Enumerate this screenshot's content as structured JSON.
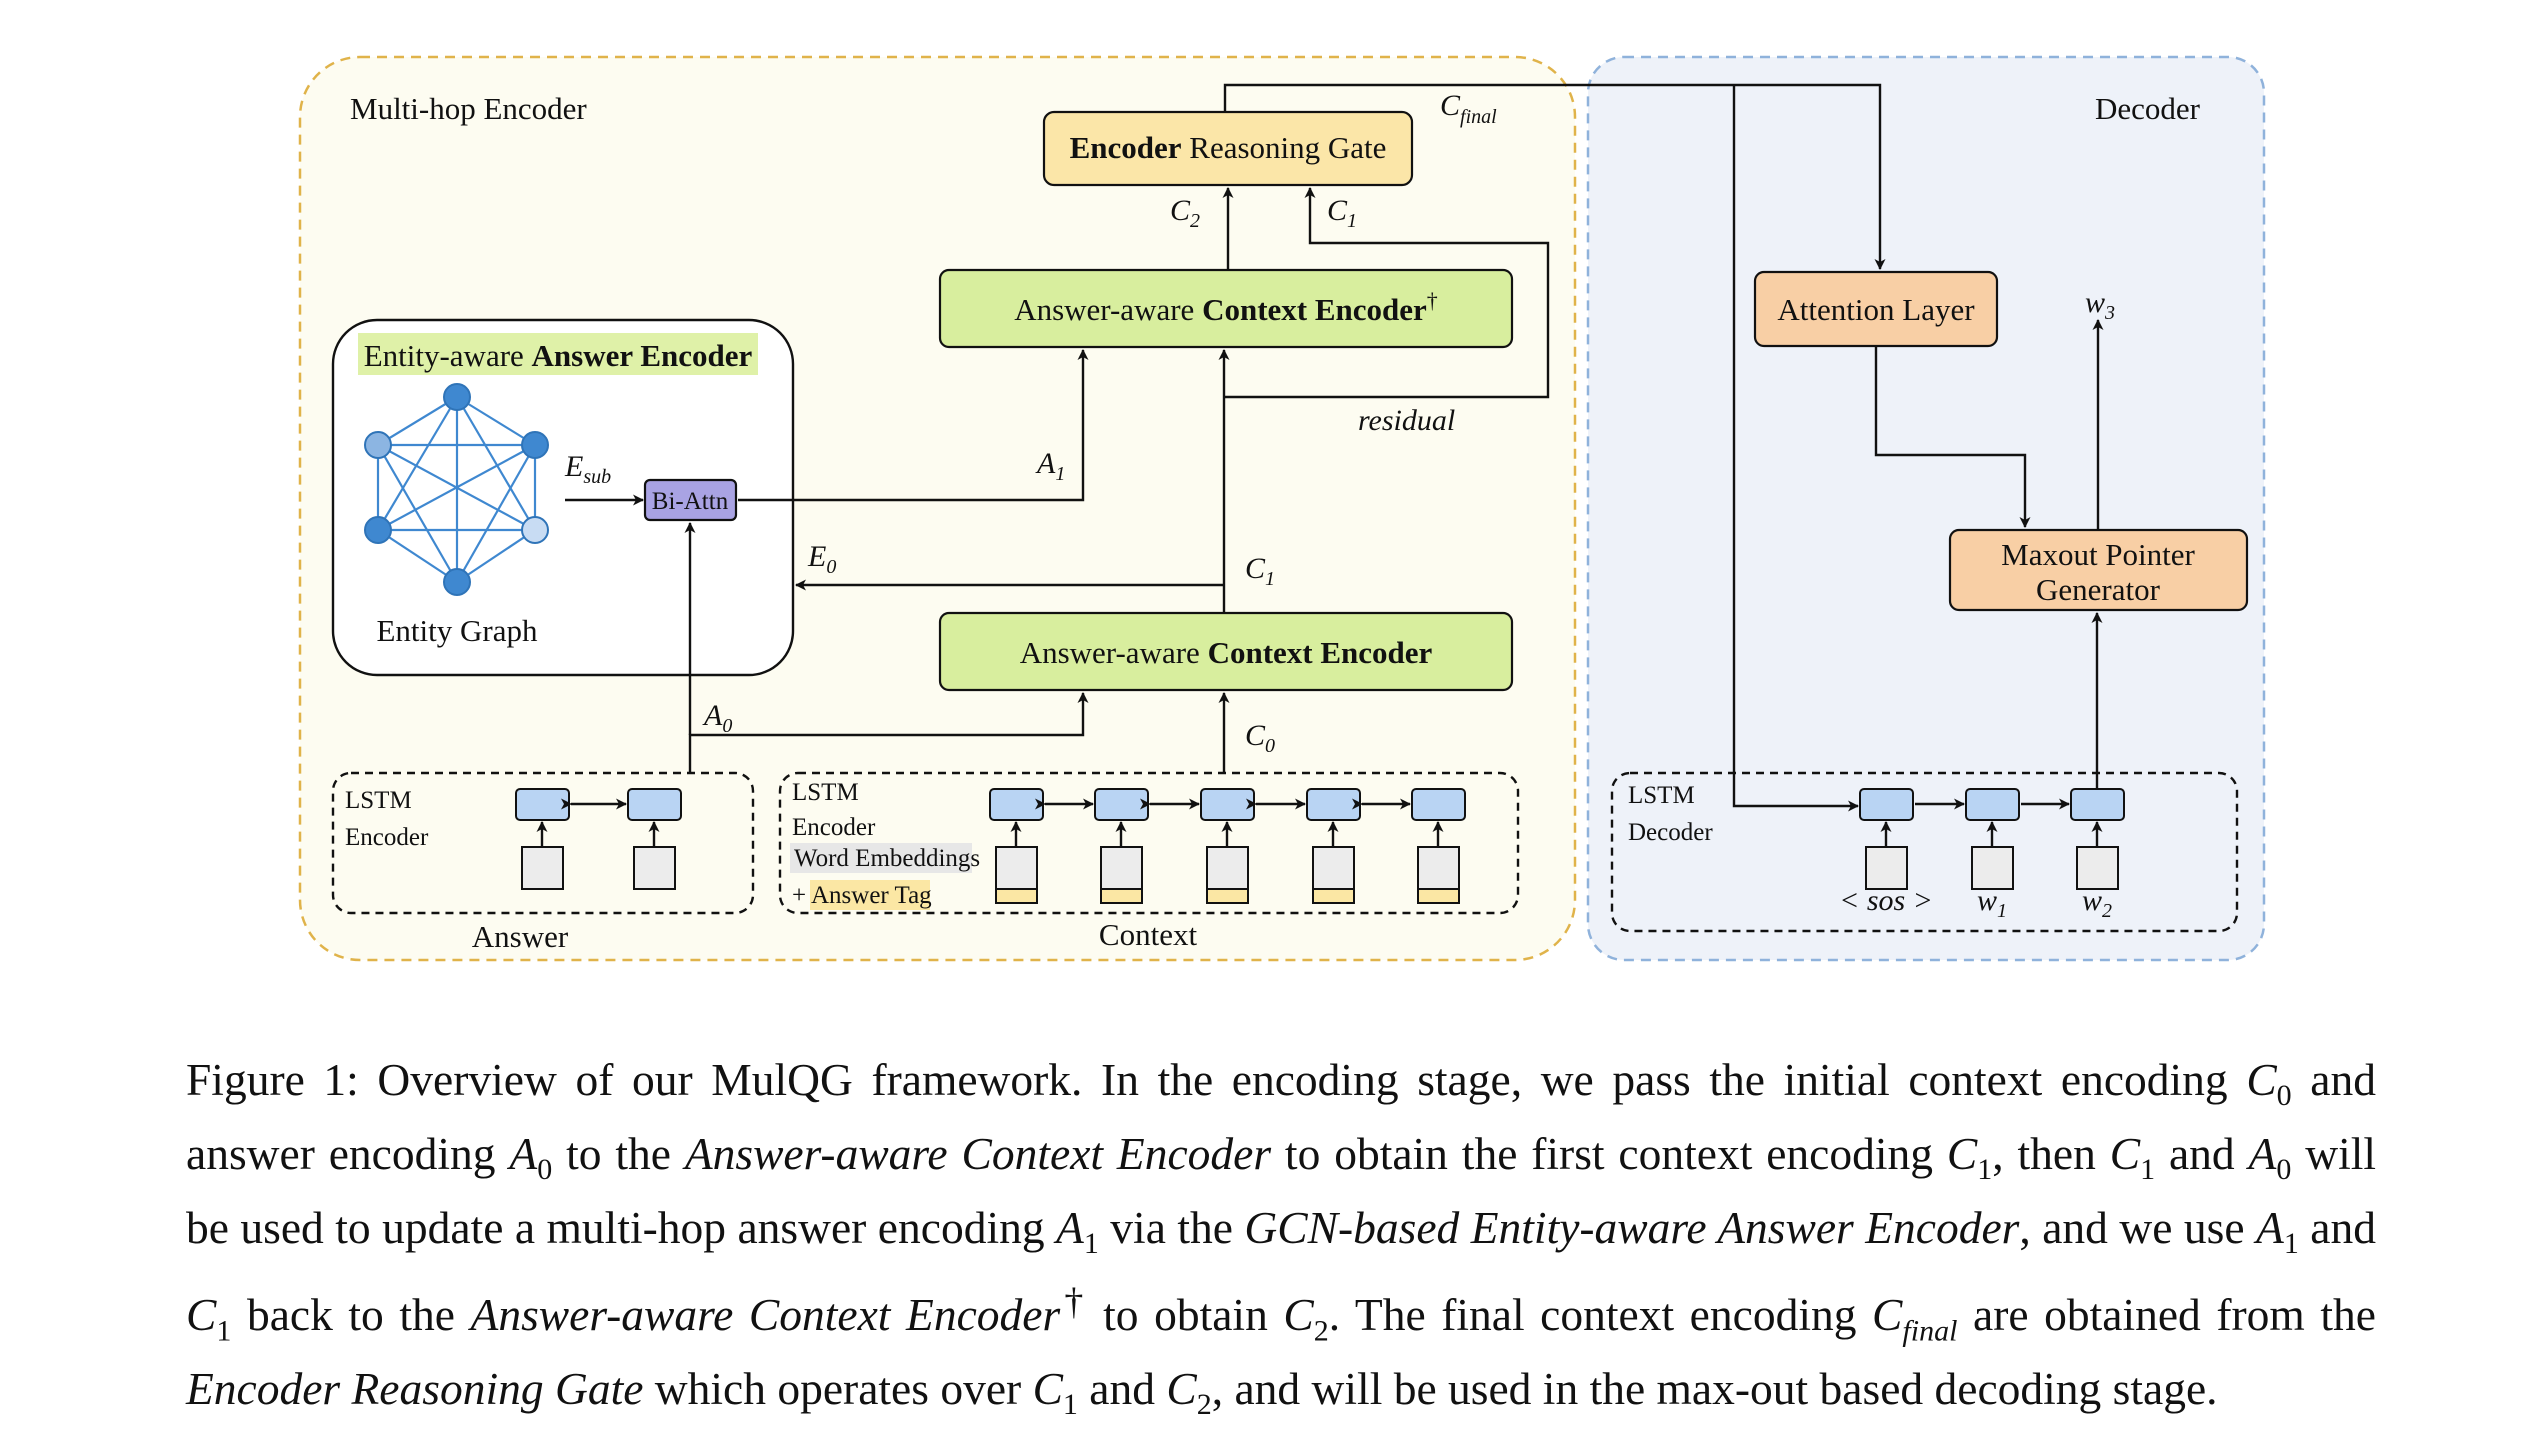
{
  "regions": {
    "encoder_title": "Multi-hop Encoder",
    "decoder_title": "Decoder"
  },
  "blocks": {
    "reasoning_gate": {
      "bold": "Encoder",
      "rest": " Reasoning Gate"
    },
    "context_encoder_top": {
      "plain": "Answer-aware ",
      "bold": "Context Encoder",
      "dagger": "†"
    },
    "context_encoder_bottom": {
      "plain": "Answer-aware ",
      "bold": "Context Encoder"
    },
    "entity_encoder": {
      "plain": "Entity-aware ",
      "bold": "Answer Encoder"
    },
    "entity_graph": "Entity Graph",
    "bi_attn": "Bi-Attn",
    "attention_layer": "Attention Layer",
    "maxout_line1": "Maxout Pointer",
    "maxout_line2": "Generator"
  },
  "lstm": {
    "answer_line1": "LSTM",
    "answer_line2": "Encoder",
    "answer_caption": "Answer",
    "context_line1": "LSTM",
    "context_line2": "Encoder",
    "word_embeddings": "Word Embeddings",
    "answer_tag_prefix": "+ ",
    "answer_tag": "Answer Tag",
    "context_caption": "Context",
    "decoder_line1": "LSTM",
    "decoder_line2": "Decoder"
  },
  "symbols": {
    "c_final_base": "C",
    "c_final_sub": "final",
    "c2_base": "C",
    "c2_sub": "2",
    "c1_gate_base": "C",
    "c1_gate_sub": "1",
    "residual": "residual",
    "a1_base": "A",
    "a1_sub": "1",
    "e_sub_base": "E",
    "e_sub_sub": "sub",
    "e0_base": "E",
    "e0_sub": "0",
    "c1_mid_base": "C",
    "c1_mid_sub": "1",
    "a0_base": "A",
    "a0_sub": "0",
    "c0_base": "C",
    "c0_sub": "0",
    "w3_base": "w",
    "w3_sub": "3",
    "sos": "< sos >",
    "w1_base": "w",
    "w1_sub": "1",
    "w2_base": "w",
    "w2_sub": "2"
  },
  "caption": {
    "c1": "Figure 1: Overview of our MulQG framework. In the encoding stage, we pass the initial context encoding ",
    "c2": "C",
    "c3": "0",
    "c4": " and answer encoding ",
    "c5": "A",
    "c6": "0",
    "c7": " to the ",
    "c8": "Answer-aware Context Encoder",
    "c9": " to obtain the first context encoding ",
    "c10": "C",
    "c11": "1",
    "c12": ", then ",
    "c13": "C",
    "c14": "1",
    "c15": " and ",
    "c16": "A",
    "c17": "0",
    "c18": " will be used to update a multi-hop answer encoding ",
    "c19": "A",
    "c20": "1",
    "c21": " via the ",
    "c22": "GCN-based Entity-aware Answer Encoder",
    "c23": ", and we use ",
    "c24": "A",
    "c25": "1",
    "c26": " and ",
    "c27": "C",
    "c28": "1",
    "c29": " back to the ",
    "c30": "Answer-aware Context Encoder",
    "c31": "†",
    "c32": " to obtain ",
    "c33": "C",
    "c34": "2",
    "c35": ". The final context encoding ",
    "c36": "C",
    "c37": "final",
    "c38": " are obtained from the ",
    "c39": "Encoder Reasoning Gate",
    "c40": " which operates over ",
    "c41": "C",
    "c42": "1",
    "c43": " and ",
    "c44": "C",
    "c45": "2",
    "c46": ", and will be used in the max-out based decoding stage."
  }
}
